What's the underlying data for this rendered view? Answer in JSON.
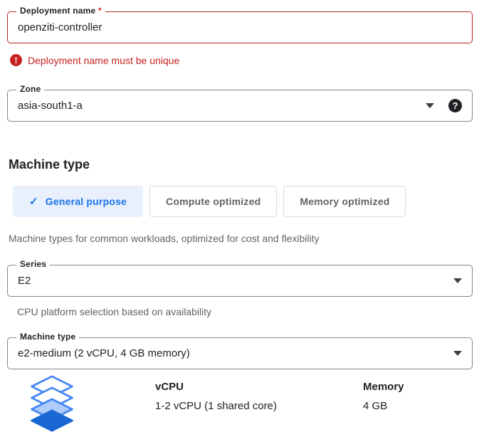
{
  "deployment": {
    "label": "Deployment name",
    "required": "*",
    "value": "openziti-controller",
    "error": "Deployment name must be unique"
  },
  "zone": {
    "label": "Zone",
    "value": "asia-south1-a"
  },
  "machine": {
    "heading": "Machine type",
    "tabs": [
      {
        "label": "General purpose",
        "selected": true
      },
      {
        "label": "Compute optimized",
        "selected": false
      },
      {
        "label": "Memory optimized",
        "selected": false
      }
    ],
    "description": "Machine types for common workloads, optimized for cost and flexibility",
    "series_label": "Series",
    "series_value": "E2",
    "series_helper": "CPU platform selection based on availability",
    "type_label": "Machine type",
    "type_value": "e2-medium (2 vCPU, 4 GB memory)",
    "spec": {
      "vcpu_label": "vCPU",
      "vcpu_value": "1-2 vCPU (1 shared core)",
      "memory_label": "Memory",
      "memory_value": "4 GB"
    }
  },
  "icons": {
    "check": "✓",
    "error": "!",
    "help": "?"
  },
  "colors": {
    "error_red": "#c5221f",
    "accent_blue": "#1a73e8",
    "selected_tab_bg": "#e8f0fe"
  }
}
